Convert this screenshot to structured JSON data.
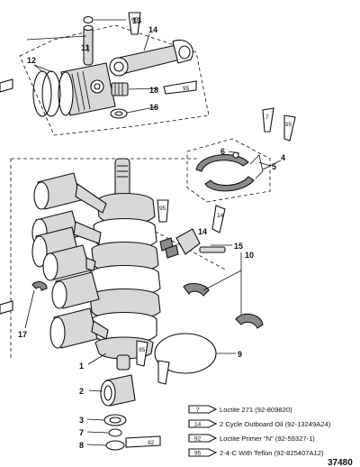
{
  "callouts": {
    "c1": "1",
    "c2": "2",
    "c3": "3",
    "c4": "4",
    "c5": "5",
    "c6": "6",
    "c7": "7",
    "c8": "8",
    "c9": "9",
    "c10": "10",
    "c11": "11",
    "c12": "12",
    "c13": "13",
    "c14a": "14",
    "c14b": "14",
    "c15": "15",
    "c16": "16",
    "c17": "17",
    "c18": "18"
  },
  "tube_labels": {
    "t95a": "95",
    "t95b": "95",
    "t95c": "95",
    "t95d": "95",
    "t95e": "95",
    "t7a": "7",
    "t7b": "7",
    "t14": "14",
    "t92": "92"
  },
  "legend": [
    {
      "code": "7",
      "text": "Loctite 271 (92-809820)"
    },
    {
      "code": "14",
      "text": "2 Cycle Outboard Oil (92-13249A24)"
    },
    {
      "code": "92",
      "text": "Loctite Primer \"N\" (92-59327-1)"
    },
    {
      "code": "95",
      "text": "2-4-C  With Teflon (92-825407A12)"
    }
  ],
  "figure_number": "37480"
}
